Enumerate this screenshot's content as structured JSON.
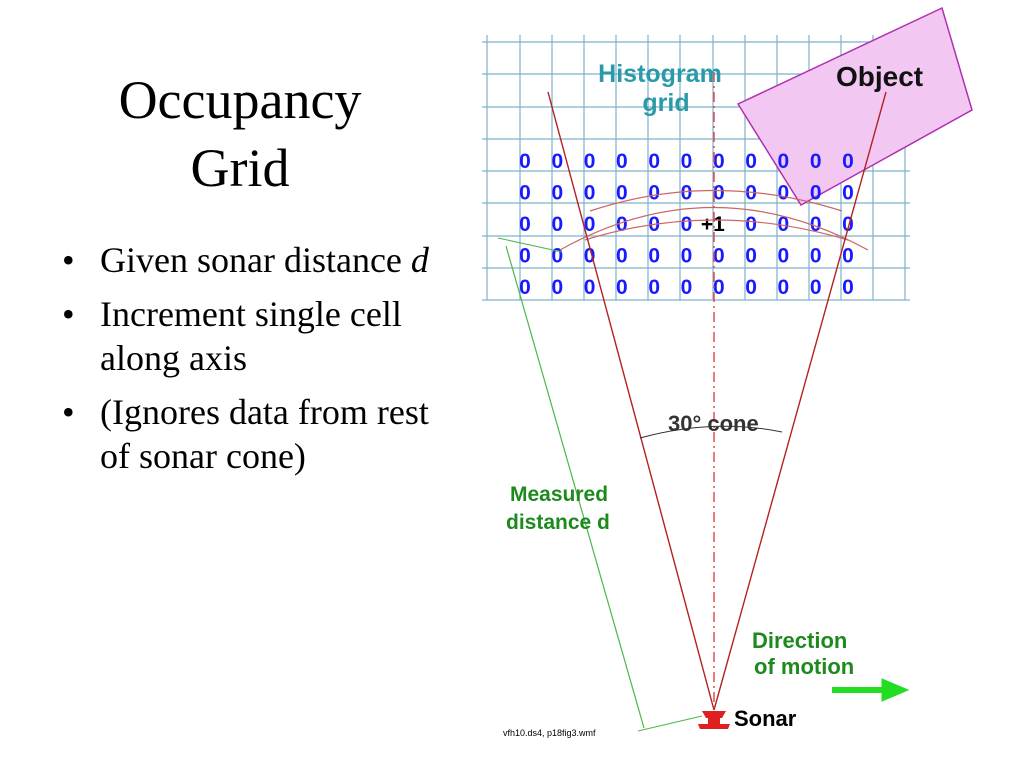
{
  "slide": {
    "title_line1": "Occupancy",
    "title_line2": "Grid",
    "bullets": [
      {
        "text": "Given sonar distance ",
        "emphasis": "d"
      },
      {
        "text": "Increment single cell along axis"
      },
      {
        "text": "(Ignores data from rest of sonar cone)"
      }
    ]
  },
  "figure": {
    "histogram_label_line1": "Histogram",
    "histogram_label_line2": "grid",
    "object_label": "Object",
    "cone_label": "30° cone",
    "measured_label_line1": "Measured",
    "measured_label_line2": "distance d",
    "direction_label_line1": "Direction",
    "direction_label_line2": "of motion",
    "sonar_label": "Sonar",
    "source_caption": "vfh10.ds4, p18fig3.wmf",
    "cell_default_value": "0",
    "cell_increment_value": "+1",
    "grid": {
      "rows": 5,
      "cols": 11,
      "increment_row": 2,
      "increment_col": 6
    },
    "colors": {
      "grid_line": "#7fb2cc",
      "cell_value": "#1a1aff",
      "increment_value": "#000000",
      "cone_line": "#b22222",
      "axis_line": "#e04040",
      "object_fill": "#f2c8f2",
      "object_stroke": "#b030b0",
      "histogram_label": "#2a9aa8",
      "measure_text": "#1e8a1e",
      "measure_line": "#4ab84a",
      "direction_text": "#1e8a1e",
      "direction_arrow": "#22dd22",
      "sonar_fill": "#e02020"
    }
  }
}
